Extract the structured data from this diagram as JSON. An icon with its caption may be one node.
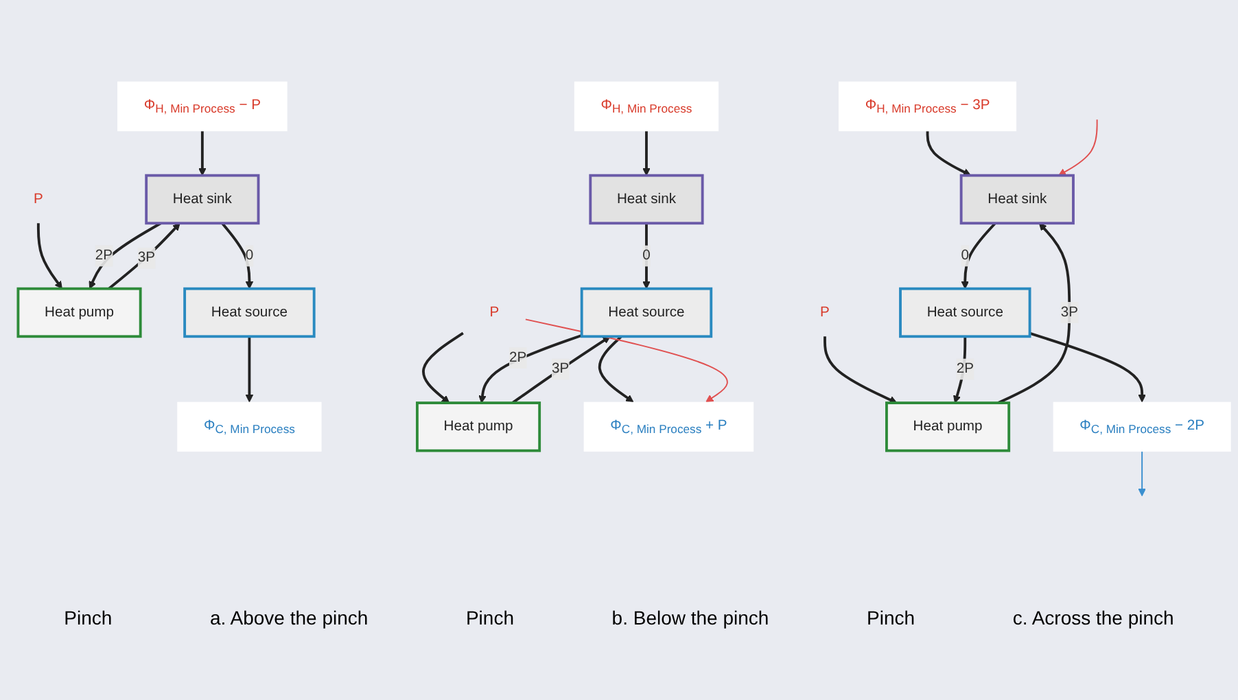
{
  "diagram": {
    "nodes": [
      {
        "text": [
          "Φ$_{H, Min Process}$ − P"
        ]
      },
      {
        "text": [
          "P"
        ]
      },
      {
        "text": [
          "Heat pump"
        ]
      },
      {
        "text": [
          "Heat sink"
        ]
      },
      {
        "text": [
          "Heat source"
        ]
      },
      {
        "text": [
          "Φ$_{C, Min Process}$"
        ]
      },
      {
        "text": [
          "Φ$_{H, Min Process}$"
        ]
      },
      {
        "text": [
          "Heat sink"
        ]
      },
      {
        "text": [
          "P"
        ]
      },
      {
        "text": [
          "Heat pump"
        ]
      },
      {
        "text": [
          "Heat source"
        ]
      },
      {
        "text": [
          "Φ$_{C, Min Process}$ + P"
        ]
      },
      {
        "text": [
          "Φ$_{H, Min Process}$ − 3P"
        ]
      },
      {
        "text": [
          "Heat sink"
        ]
      },
      {
        "text": [
          "P"
        ]
      },
      {
        "text": [
          "Heat pump"
        ]
      },
      {
        "text": [
          "Heat source"
        ]
      },
      {
        "text": [
          "Φ$_{C, Min Process}$ − 2P"
        ]
      }
    ],
    "edges": [
      {
        "from": 0,
        "to": 3,
        "arrow": "to"
      },
      {
        "from": 1,
        "to": 2,
        "arrow": "to"
      },
      {
        "from": 2,
        "to": 3,
        "label": "3P",
        "arrow": "to"
      },
      {
        "from": 3,
        "to": 2,
        "label": "2P",
        "arrow": "to"
      },
      {
        "from": 3,
        "to": 4,
        "label": "0",
        "arrow": "to"
      },
      {
        "from": 4,
        "to": 5,
        "arrow": "to"
      },
      {
        "from": 6,
        "to": 7,
        "arrow": "to"
      },
      {
        "from": 7,
        "to": 10,
        "label": "0",
        "arrow": "to"
      },
      {
        "from": 8,
        "to": 9,
        "arrow": "to"
      },
      {
        "from": 9,
        "to": 10,
        "label": "3P",
        "arrow": "to"
      },
      {
        "from": 10,
        "to": 9,
        "label": "2P",
        "arrow": "to"
      },
      {
        "from": 10,
        "to": 11,
        "arrow": "to"
      },
      {
        "from": 8,
        "to": 11,
        "arrow": "to",
        "color": "#e05050"
      },
      {
        "from": 12,
        "to": 13,
        "arrow": "to"
      },
      {
        "from": 14,
        "to": 15,
        "arrow": "to"
      },
      {
        "from": 15,
        "to": 13,
        "label": "3P",
        "arrow": "to"
      },
      {
        "from": 16,
        "to": 15,
        "label": "2P",
        "arrow": "to"
      },
      {
        "from": 13,
        "to": 16,
        "label": "0",
        "arrow": "to"
      },
      {
        "from": 16,
        "to": 17,
        "arrow": "to"
      },
      {
        "from": null,
        "to": 13,
        "arrow": "to",
        "color": "#e05050"
      },
      {
        "from": 17,
        "to": null,
        "arrow": "to",
        "color": "#3a8fd0"
      }
    ],
    "labels": [
      "Pinch",
      "a. Above the pinch",
      "Pinch",
      "b. Below the pinch",
      "Pinch",
      "c. Across the pinch"
    ]
  }
}
